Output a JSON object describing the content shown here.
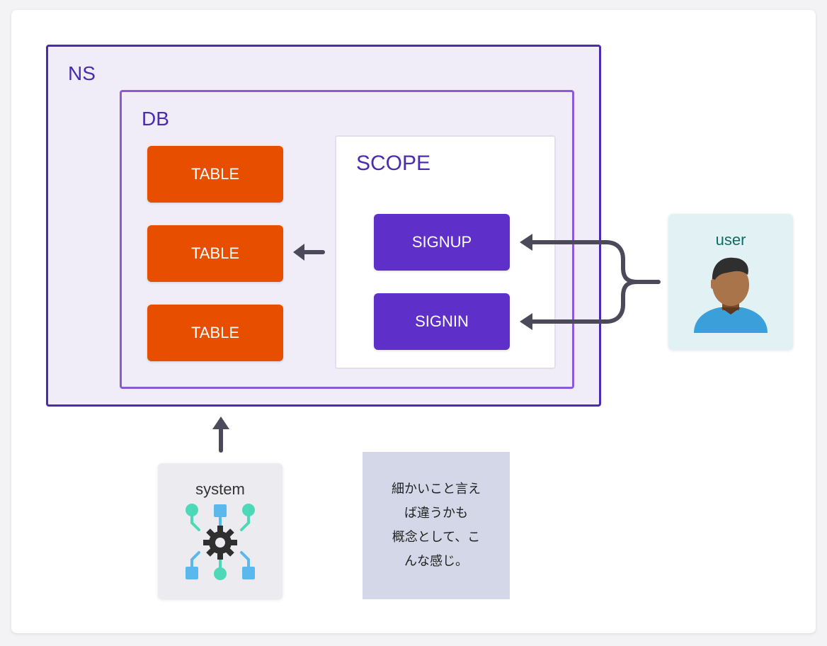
{
  "ns": {
    "label": "NS",
    "border_color": "#4b2cb0"
  },
  "db": {
    "label": "DB",
    "border_color": "#8c5ad8"
  },
  "tables": [
    {
      "label": "TABLE"
    },
    {
      "label": "TABLE"
    },
    {
      "label": "TABLE"
    }
  ],
  "scope": {
    "label": "SCOPE",
    "signup_label": "SIGNUP",
    "signin_label": "SIGNIN"
  },
  "user": {
    "label": "user",
    "icon": "user-avatar-icon"
  },
  "system": {
    "label": "system",
    "icon": "system-gear-network-icon"
  },
  "note": {
    "lines": [
      "細かいこと言え",
      "ば違うかも",
      "概念として、こ",
      "んな感じ。"
    ]
  },
  "colors": {
    "table": "#e84e00",
    "auth_button": "#5e2fc9",
    "arrow": "#4a4a5a",
    "note_bg": "#d4d7e7"
  }
}
